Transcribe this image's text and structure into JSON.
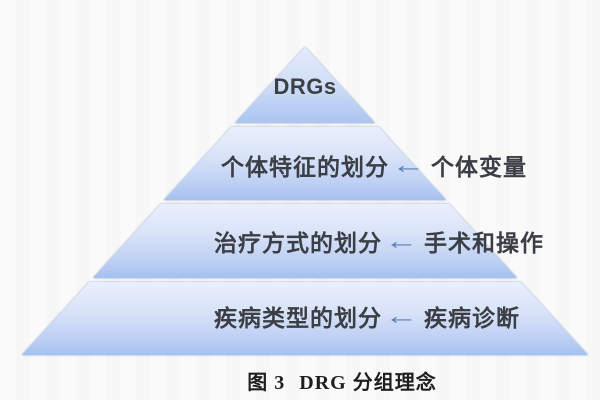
{
  "figure": {
    "apex_label": "DRGs",
    "levels": [
      {
        "label": "个体特征的划分",
        "arrow": "←",
        "source": "个体变量"
      },
      {
        "label": "治疗方式的划分",
        "arrow": "←",
        "source": "手术和操作"
      },
      {
        "label": "疾病类型的划分",
        "arrow": "←",
        "source": "疾病诊断"
      }
    ],
    "caption": {
      "prefix": "图 3",
      "title": "DRG 分组理念"
    },
    "colors": {
      "band_gradient_top": "#e9effc",
      "band_gradient_bottom": "#a5c0ef",
      "outline": "#8fa2c5",
      "arrow": "#5b80b8",
      "label_text": "#3b3e44",
      "caption_text": "#1f1f1f"
    }
  }
}
